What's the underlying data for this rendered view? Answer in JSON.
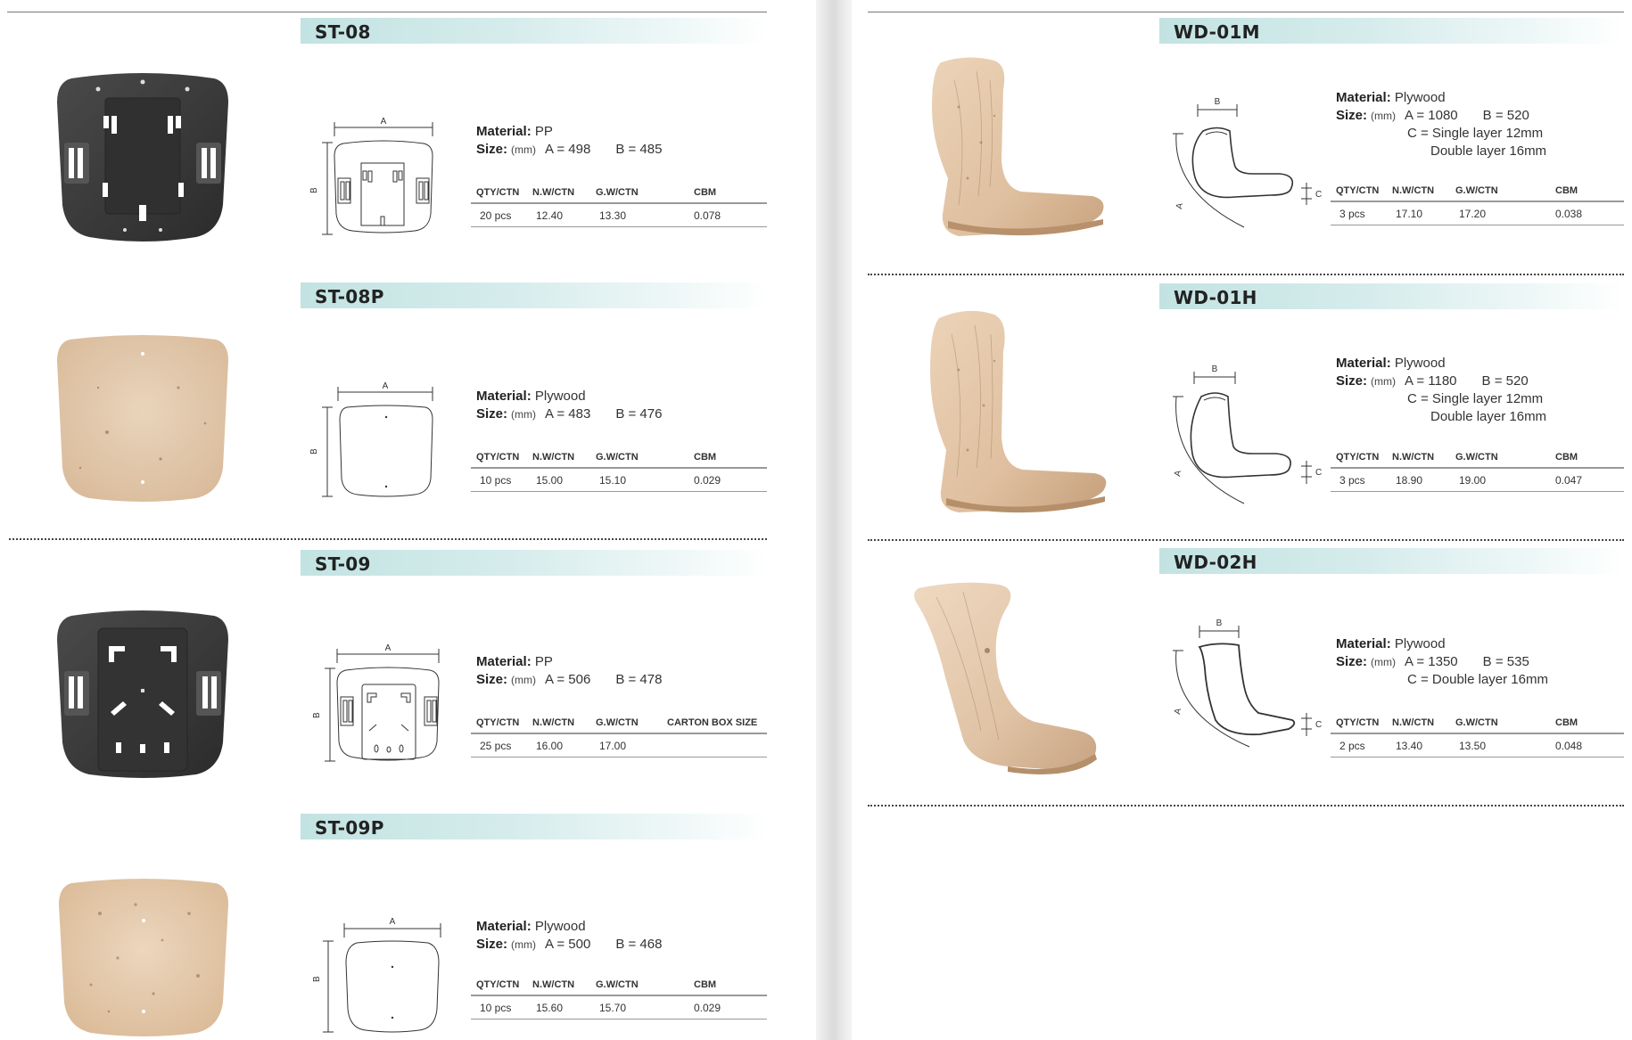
{
  "left_page": {
    "products": [
      {
        "code": "ST-08",
        "material_label": "Material:",
        "material": "PP",
        "size_label": "Size:",
        "size_unit": "(mm)",
        "size_lines": [
          "A = 498",
          "B = 485"
        ],
        "drawing_labels": {
          "a": "A",
          "b": "B"
        },
        "columns": [
          "QTY/CTN",
          "N.W/CTN",
          "G.W/CTN",
          "CBM"
        ],
        "row": [
          "20 pcs",
          "12.40",
          "13.30",
          "0.078"
        ]
      },
      {
        "code": "ST-08P",
        "material_label": "Material:",
        "material": "Plywood",
        "size_label": "Size:",
        "size_unit": "(mm)",
        "size_lines": [
          "A = 483",
          "B = 476"
        ],
        "drawing_labels": {
          "a": "A",
          "b": "B"
        },
        "columns": [
          "QTY/CTN",
          "N.W/CTN",
          "G.W/CTN",
          "CBM"
        ],
        "row": [
          "10 pcs",
          "15.00",
          "15.10",
          "0.029"
        ]
      },
      {
        "code": "ST-09",
        "material_label": "Material:",
        "material": "PP",
        "size_label": "Size:",
        "size_unit": "(mm)",
        "size_lines": [
          "A = 506",
          "B = 478"
        ],
        "drawing_labels": {
          "a": "A",
          "b": "B"
        },
        "columns": [
          "QTY/CTN",
          "N.W/CTN",
          "G.W/CTN",
          "CARTON BOX SIZE"
        ],
        "row": [
          "25 pcs",
          "16.00",
          "17.00",
          ""
        ]
      },
      {
        "code": "ST-09P",
        "material_label": "Material:",
        "material": "Plywood",
        "size_label": "Size:",
        "size_unit": "(mm)",
        "size_lines": [
          "A = 500",
          "B = 468"
        ],
        "drawing_labels": {
          "a": "A",
          "b": "B"
        },
        "columns": [
          "QTY/CTN",
          "N.W/CTN",
          "G.W/CTN",
          "CBM"
        ],
        "row": [
          "10 pcs",
          "15.60",
          "15.70",
          "0.029"
        ]
      }
    ]
  },
  "right_page": {
    "products": [
      {
        "code": "WD-01M",
        "material_label": "Material:",
        "material": "Plywood",
        "size_label": "Size:",
        "size_unit": "(mm)",
        "size_a": "A = 1080",
        "size_b": "B = 520",
        "size_c1": "C = Single layer 12mm",
        "size_c2": "Double layer 16mm",
        "drawing_labels": {
          "a": "A",
          "b": "B",
          "c": "C"
        },
        "columns": [
          "QTY/CTN",
          "N.W/CTN",
          "G.W/CTN",
          "CBM"
        ],
        "row": [
          "3 pcs",
          "17.10",
          "17.20",
          "0.038"
        ]
      },
      {
        "code": "WD-01H",
        "material_label": "Material:",
        "material": "Plywood",
        "size_label": "Size:",
        "size_unit": "(mm)",
        "size_a": "A = 1180",
        "size_b": "B = 520",
        "size_c1": "C = Single layer 12mm",
        "size_c2": "Double layer 16mm",
        "drawing_labels": {
          "a": "A",
          "b": "B",
          "c": "C"
        },
        "columns": [
          "QTY/CTN",
          "N.W/CTN",
          "G.W/CTN",
          "CBM"
        ],
        "row": [
          "3 pcs",
          "18.90",
          "19.00",
          "0.047"
        ]
      },
      {
        "code": "WD-02H",
        "material_label": "Material:",
        "material": "Plywood",
        "size_label": "Size:",
        "size_unit": "(mm)",
        "size_a": "A = 1350",
        "size_b": "B = 535",
        "size_c1": "C = Double layer 16mm",
        "drawing_labels": {
          "a": "A",
          "b": "B",
          "c": "C"
        },
        "columns": [
          "QTY/CTN",
          "N.W/CTN",
          "G.W/CTN",
          "CBM"
        ],
        "row": [
          "2 pcs",
          "13.40",
          "13.50",
          "0.048"
        ]
      }
    ]
  },
  "colors": {
    "title_bar": "#c2e3e2",
    "pp_black": "#3a3a3a",
    "plywood": "#e3c9ad",
    "rule": "#999999"
  },
  "icons": {
    "seat_pp": "pp-seat-shell-icon",
    "seat_plywood": "plywood-seat-icon",
    "chair_shell": "bentwood-chair-shell-icon",
    "dimension_drawing": "dimension-drawing-icon"
  }
}
